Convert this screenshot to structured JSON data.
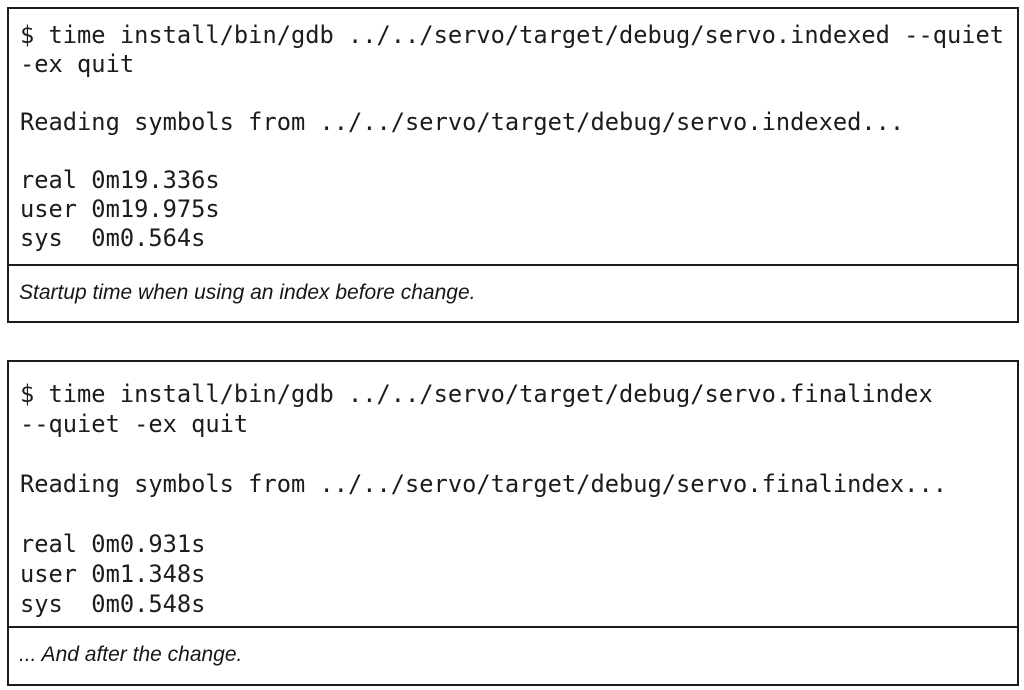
{
  "page": {
    "background_color": "#ffffff",
    "border_color": "#1b1b1b",
    "text_color": "#1c1c1c"
  },
  "figure_before": {
    "terminal_lines": [
      "$ time install/bin/gdb ../../servo/target/debug/servo.indexed --quiet",
      "-ex quit",
      "",
      "Reading symbols from ../../servo/target/debug/servo.indexed...",
      "",
      "real 0m19.336s",
      "user 0m19.975s",
      "sys  0m0.564s"
    ],
    "times": {
      "real": "0m19.336s",
      "user": "0m19.975s",
      "sys": "0m0.564s"
    },
    "caption": "Startup time when using an index before change."
  },
  "figure_after": {
    "terminal_lines": [
      "$ time install/bin/gdb ../../servo/target/debug/servo.finalindex",
      "--quiet -ex quit",
      "",
      "Reading symbols from ../../servo/target/debug/servo.finalindex...",
      "",
      "real 0m0.931s",
      "user 0m1.348s",
      "sys  0m0.548s"
    ],
    "times": {
      "real": "0m0.931s",
      "user": "0m1.348s",
      "sys": "0m0.548s"
    },
    "caption": "... And after the change."
  }
}
